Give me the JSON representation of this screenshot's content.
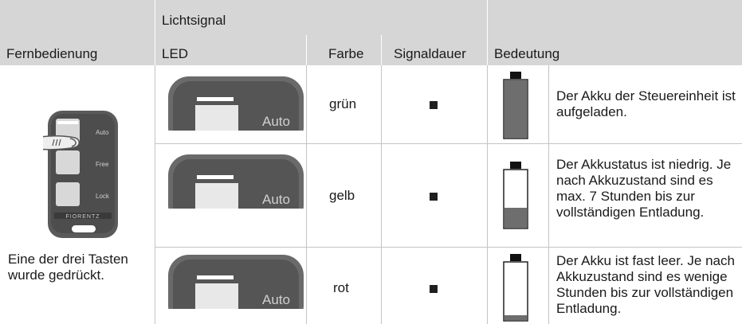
{
  "header": {
    "group_label": "Lichtsignal",
    "col_remote": "Fernbedienung",
    "col_led": "LED",
    "col_color": "Farbe",
    "col_duration": "Signaldauer",
    "col_meaning": "Bedeutung"
  },
  "remote": {
    "buttons": [
      "Auto",
      "Free",
      "Lock"
    ],
    "brand": "FIORENTZ",
    "caption": "Eine der drei Tasten wurde gedrückt."
  },
  "rows": [
    {
      "led_label": "Auto",
      "color": "grün",
      "duration_symbol": "■",
      "battery_level": 1.0,
      "meaning": "Der Akku der Steuereinheit ist aufgeladen."
    },
    {
      "led_label": "Auto",
      "color": "gelb",
      "duration_symbol": "■",
      "battery_level": 0.35,
      "meaning": "Der Akkustatus ist niedrig. Je nach Akkuzustand sind es max. 7 Stunden bis zur vollständigen Entladung."
    },
    {
      "led_label": "Auto",
      "color": "rot",
      "duration_symbol": "■",
      "battery_level": 0.08,
      "meaning": "Der Akku ist fast leer. Je nach Akkuzustand sind es wenige Stunden bis zur vollständigen Entladung."
    }
  ],
  "colors": {
    "header_bg": "#d6d6d6",
    "battery_fill": "#6e6e6e",
    "remote_body": "#5a5a5a"
  }
}
